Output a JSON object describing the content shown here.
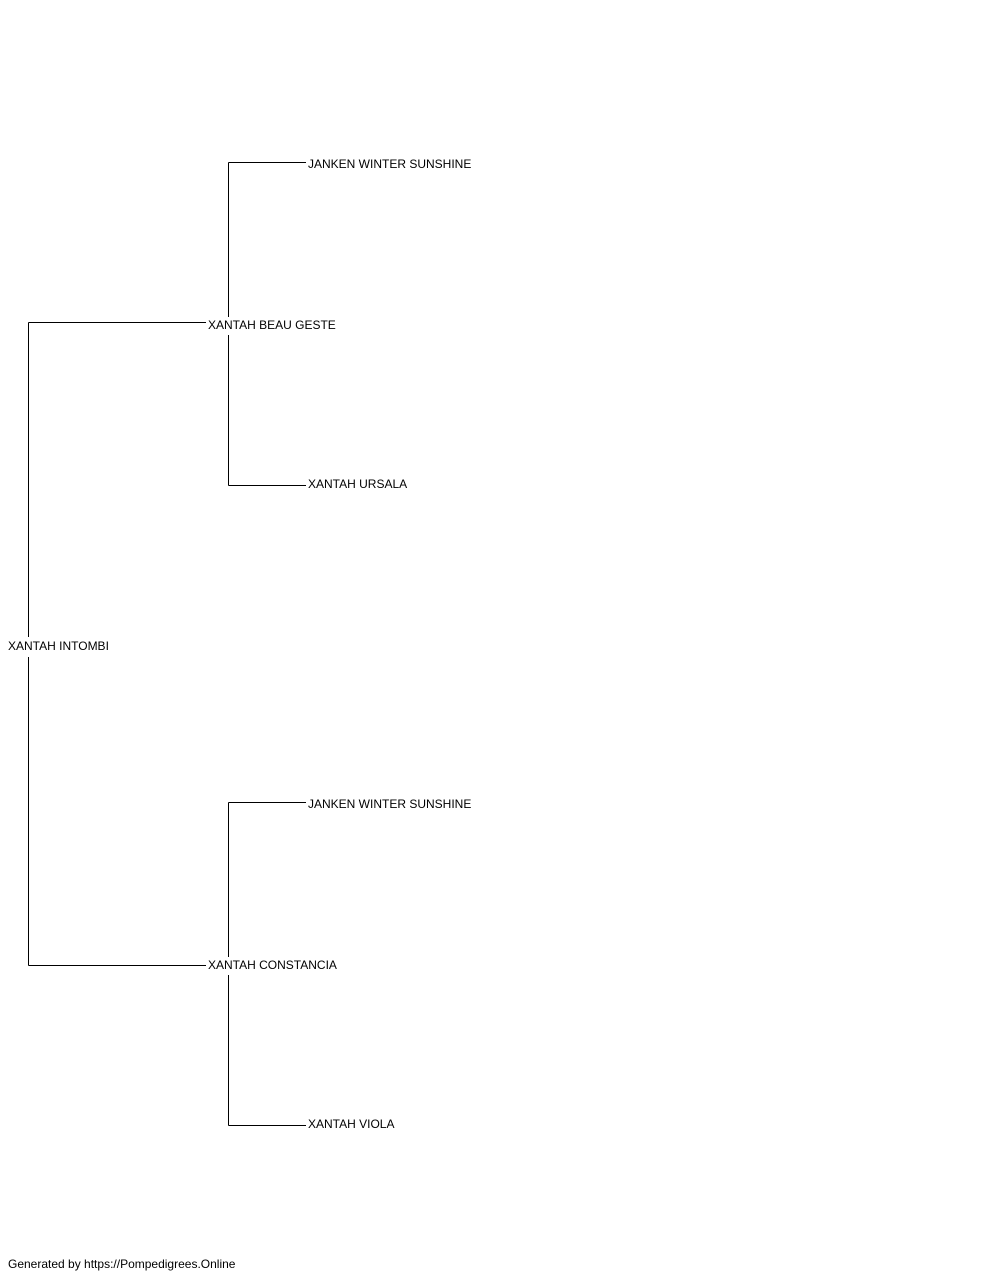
{
  "pedigree": {
    "subject": "XANTAH INTOMBI",
    "sire": {
      "name": "XANTAH BEAU GESTE",
      "sire": "JANKEN WINTER SUNSHINE",
      "dam": "XANTAH URSALA"
    },
    "dam": {
      "name": "XANTAH CONSTANCIA",
      "sire": "JANKEN WINTER SUNSHINE",
      "dam": "XANTAH VIOLA"
    }
  },
  "footer": "Generated by https://Pompedigrees.Online"
}
